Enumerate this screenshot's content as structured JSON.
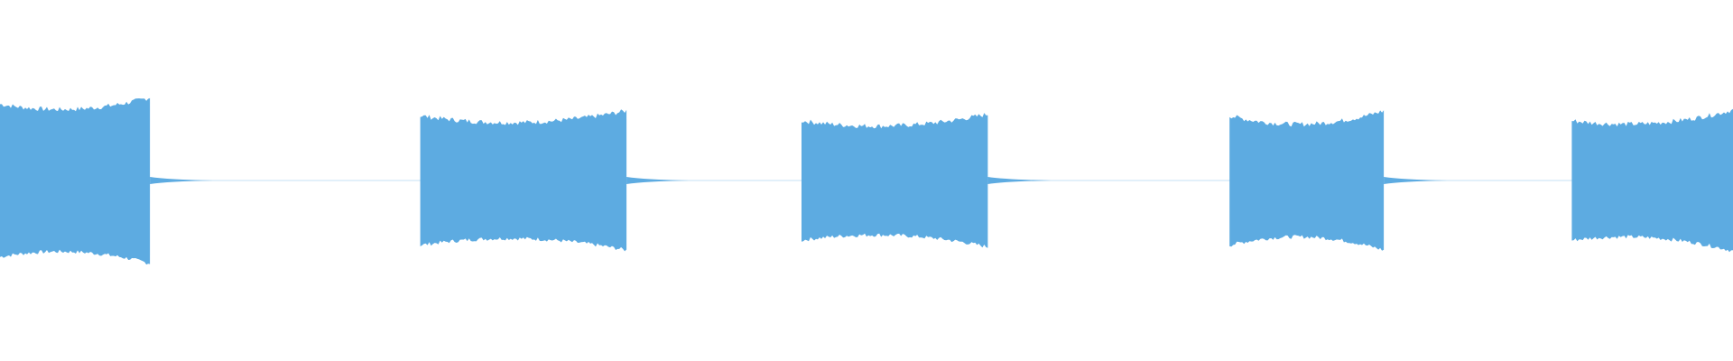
{
  "waveform": {
    "color": "#5DABE1",
    "background": "#FFFFFF",
    "bursts": [
      {
        "name": "burst-1",
        "start": 0.0,
        "end": 0.0865,
        "peak_left": 0.92,
        "peak_mid": 0.86,
        "peak_right": 1.0
      },
      {
        "name": "burst-2",
        "start": 0.2425,
        "end": 0.3615,
        "peak_left": 0.78,
        "peak_mid": 0.7,
        "peak_right": 0.84
      },
      {
        "name": "burst-3",
        "start": 0.4625,
        "end": 0.57,
        "peak_left": 0.72,
        "peak_mid": 0.66,
        "peak_right": 0.8
      },
      {
        "name": "burst-4",
        "start": 0.7095,
        "end": 0.7985,
        "peak_left": 0.78,
        "peak_mid": 0.68,
        "peak_right": 0.84
      },
      {
        "name": "burst-5",
        "start": 0.907,
        "end": 1.0,
        "peak_left": 0.72,
        "peak_mid": 0.69,
        "peak_right": 0.85
      }
    ]
  }
}
